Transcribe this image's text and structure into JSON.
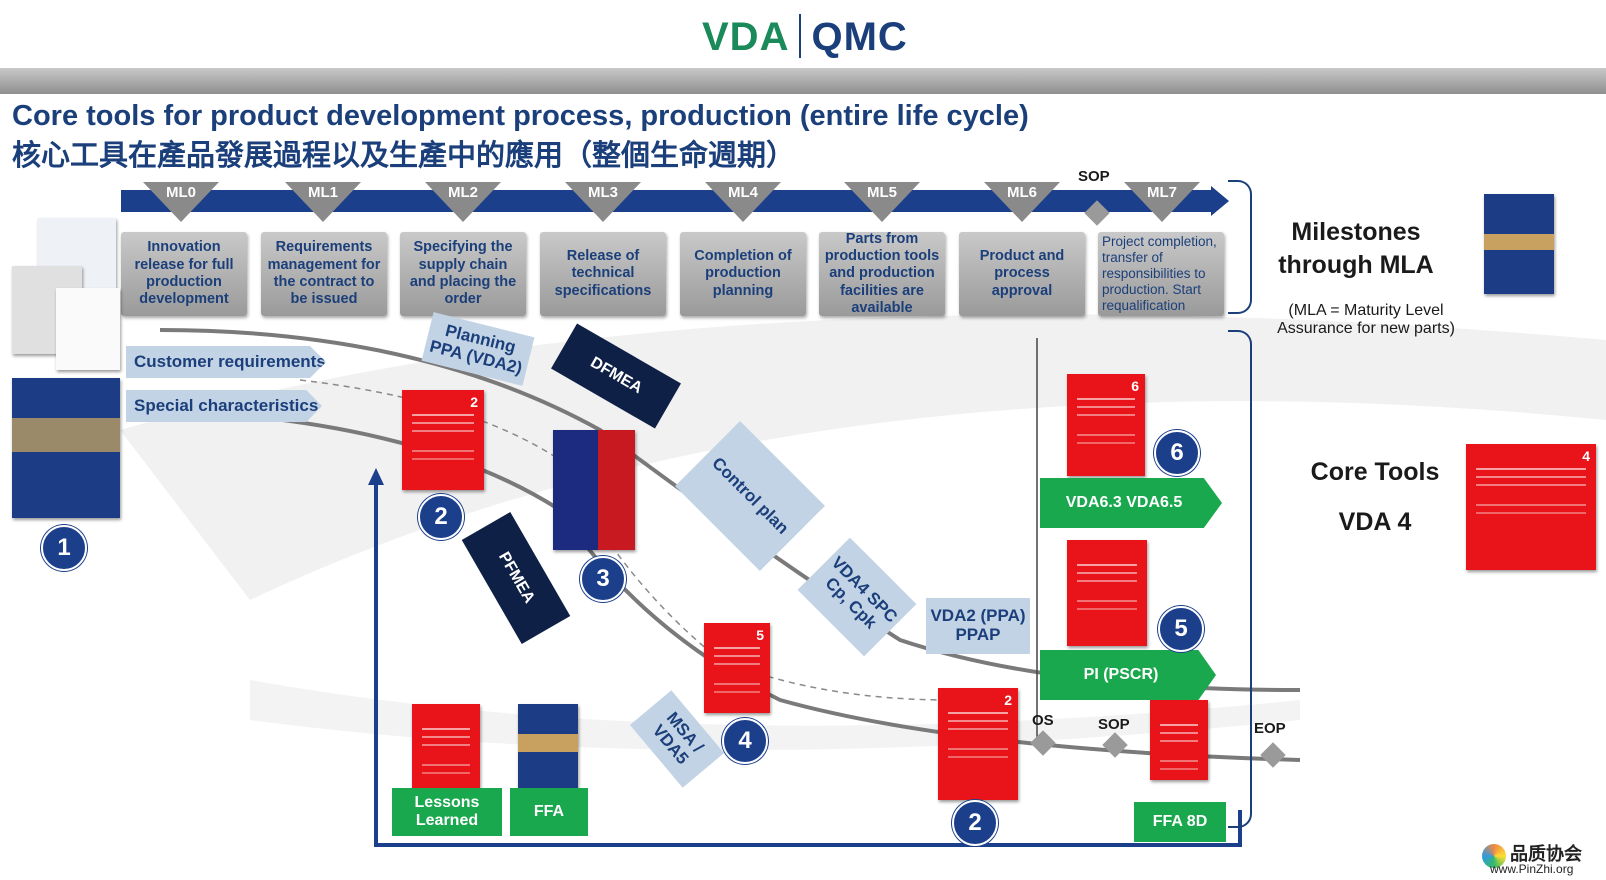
{
  "header": {
    "logo_left": "VDA",
    "logo_right": "QMC"
  },
  "title": {
    "line1": "Core tools for product development process, production (entire life cycle)",
    "line2": "核心工具在產品發展過程以及生產中的應用（整個生命週期）"
  },
  "milestones": [
    {
      "id": "ML0",
      "text": "Innovation release for full production development"
    },
    {
      "id": "ML1",
      "text": "Requirements management for the contract to be issued"
    },
    {
      "id": "ML2",
      "text": "Specifying  the supply chain and placing the order"
    },
    {
      "id": "ML3",
      "text": "Release of technical specifications"
    },
    {
      "id": "ML4",
      "text": "Completion of production planning"
    },
    {
      "id": "ML5",
      "text": "Parts from production tools and production facilities are available"
    },
    {
      "id": "ML6",
      "text": "Product and process approval"
    },
    {
      "id": "ML7",
      "text": "Project completion, transfer of responsibilities to production. Start requalification"
    }
  ],
  "sop_top": "SOP",
  "side": {
    "milestones_title": "Milestones through MLA",
    "mla_note": "(MLA = Maturity Level Assurance for new parts)",
    "core_tools": "Core Tools",
    "vda4": "VDA 4"
  },
  "process": {
    "customer_requirements": "Customer requirements",
    "special_characteristics": "Special characteristics",
    "planning_ppa": "Planning PPA (VDA2)",
    "dfmea": "DFMEA",
    "pfmea": "PFMEA",
    "control_plan": "Control plan",
    "vda4_spc": "VDA4 SPC Cp, Cpk",
    "vda2_ppap": "VDA2 (PPA) PPAP",
    "msa_vda5": "MSA / VDA5",
    "vda63": "VDA6.3 VDA6.5",
    "pi_pscr": "PI (PSCR)",
    "lessons_learned": "Lessons Learned",
    "ffa": "FFA",
    "ffa_8d": "FFA 8D",
    "os": "OS",
    "sop": "SOP",
    "eop": "EOP"
  },
  "circles": [
    "1",
    "2",
    "3",
    "4",
    "2",
    "6",
    "5"
  ],
  "book_numbers": {
    "b2": "2",
    "b5": "5",
    "b2b": "2",
    "b6": "6",
    "b4": "4"
  },
  "watermark": {
    "cn": "品质协会",
    "url": "www.PinZhi.org"
  },
  "colors": {
    "navy": "#1b3f8a",
    "green": "#1aa84f",
    "red": "#e8141a",
    "lightblue": "#c3d3e6"
  }
}
